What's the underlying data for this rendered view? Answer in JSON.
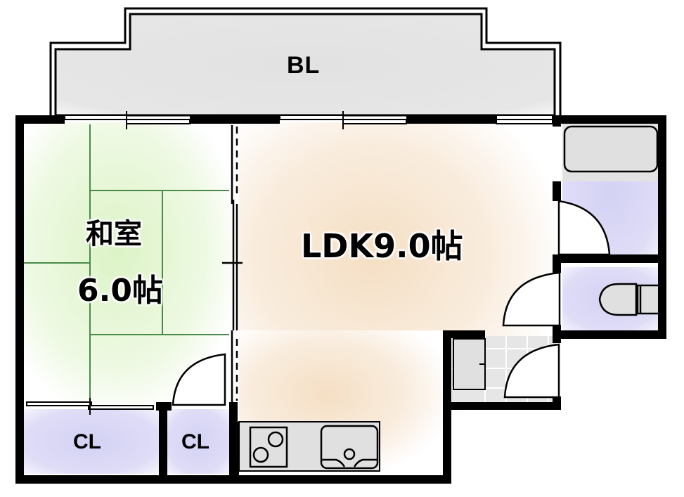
{
  "floor_plan": {
    "rooms": {
      "balcony": {
        "label": "BL",
        "fill": "#e4e4e4"
      },
      "washitsu": {
        "name": "和室",
        "size": "6.0帖",
        "fill": "#e4f5d2",
        "tatami_line": "#4a8a4a"
      },
      "ldk": {
        "label": "LDK9.0帖",
        "fill": "#f6e4cf"
      },
      "closet_left": {
        "label": "CL",
        "fill": "#d8d6f3"
      },
      "closet_right": {
        "label": "CL",
        "fill": "#d8d6f3"
      },
      "bathroom": {
        "label": "",
        "fill": "#dcdaf4"
      },
      "toilet": {
        "label": "",
        "fill": "#dcdaf4"
      },
      "entrance": {
        "label": "",
        "fill": "#e2e2e2"
      }
    },
    "fixtures": [
      "bathtub",
      "toilet",
      "stove",
      "sink",
      "shoe-cabinet"
    ],
    "colors": {
      "wall": "#000000",
      "fixture_fill": "#e0e0e0",
      "background": "#ffffff"
    }
  }
}
